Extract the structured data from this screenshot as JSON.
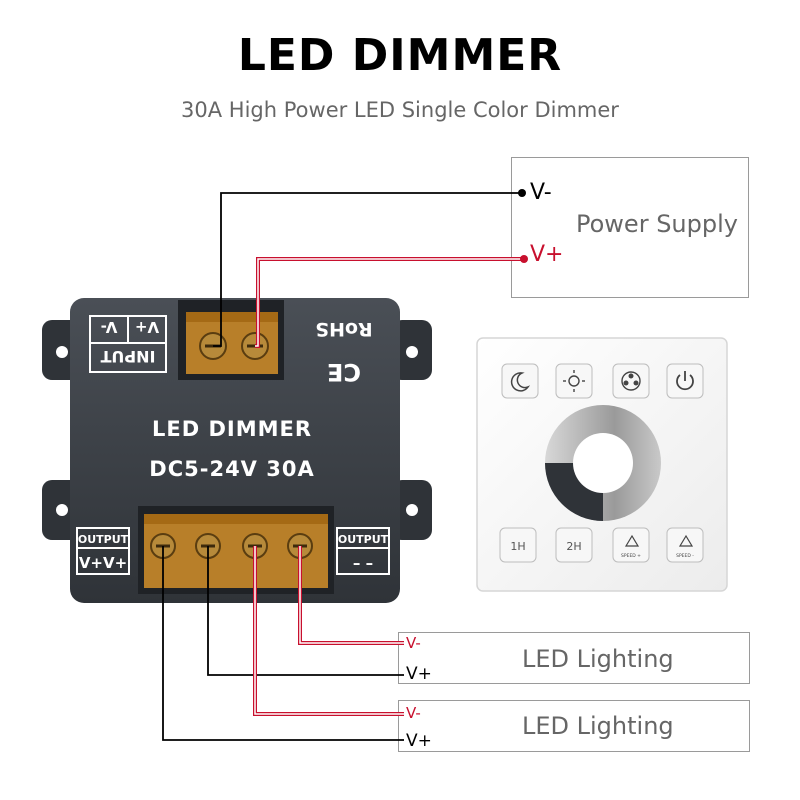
{
  "header": {
    "title": "LED DIMMER",
    "subtitle": "30A High Power LED Single Color Dimmer"
  },
  "power_supply": {
    "label": "Power Supply",
    "neg": "V-",
    "pos": "V+"
  },
  "dimmer": {
    "rohs": "RoHS",
    "ce": "CE",
    "input_label": "INPUT",
    "input_terms": [
      "V+",
      "V-"
    ],
    "name": "LED DIMMER",
    "spec": "DC5-24V  30A",
    "output_left_label": "OUTPUT",
    "output_left_terms": "V+V+",
    "output_right_label": "OUTPUT",
    "output_right_terms": "– –"
  },
  "remote": {
    "buttons_top": [
      "moon-icon",
      "sun-icon",
      "flower-icon",
      "power-icon"
    ],
    "timer_1": "1H",
    "timer_2": "2H",
    "speed_up": "SPEED +",
    "speed_down": "SPEED -"
  },
  "lighting_1": {
    "label": "LED Lighting",
    "neg": "V-",
    "pos": "V+"
  },
  "lighting_2": {
    "label": "LED Lighting",
    "neg": "V-",
    "pos": "V+"
  },
  "colors": {
    "negative_wire": "#000000",
    "positive_wire": "#c8102e",
    "device_body": "#3b3f45"
  }
}
